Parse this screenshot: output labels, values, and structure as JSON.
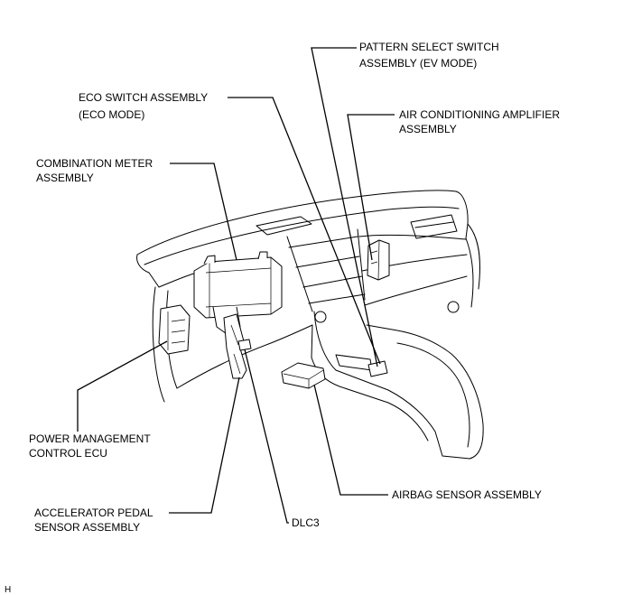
{
  "labels": {
    "pattern_select": [
      "PATTERN SELECT SWITCH",
      "ASSEMBLY (EV MODE)"
    ],
    "eco_switch": [
      "ECO SWITCH ASSEMBLY",
      "(ECO MODE)"
    ],
    "ac_amplifier": [
      "AIR CONDITIONING AMPLIFIER",
      "ASSEMBLY"
    ],
    "combination_meter": [
      "COMBINATION METER",
      "ASSEMBLY"
    ],
    "power_management": [
      "POWER MANAGEMENT",
      "CONTROL ECU"
    ],
    "airbag_sensor": [
      "AIRBAG SENSOR ASSEMBLY"
    ],
    "accelerator_pedal": [
      "ACCELERATOR PEDAL",
      "SENSOR ASSEMBLY"
    ],
    "dlc3": [
      "DLC3"
    ]
  },
  "figure_code": "H",
  "colors": {
    "line": "#000000",
    "background": "#ffffff"
  }
}
